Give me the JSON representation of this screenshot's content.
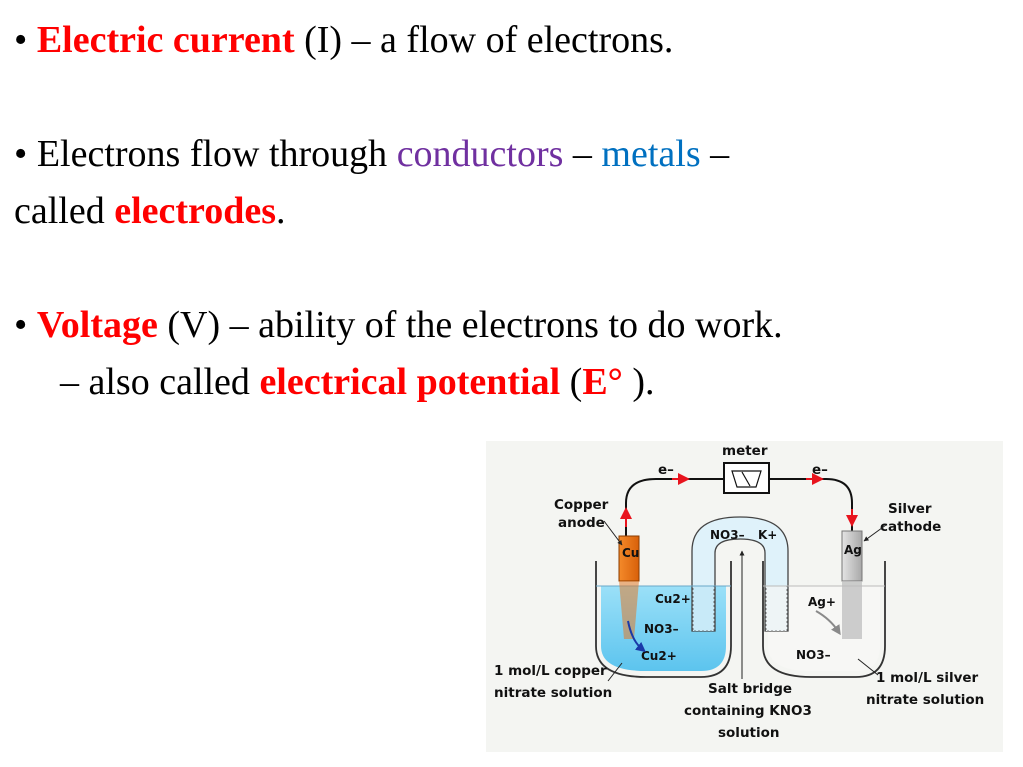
{
  "text": {
    "bullet": "•",
    "line1": {
      "term": "Electric current",
      "rest": " (I) – a flow of electrons."
    },
    "line2": {
      "pre": "Electrons flow through ",
      "conductors": "conductors",
      "dash1": " – ",
      "metals": "metals",
      "dash2": " –"
    },
    "line3": {
      "pre": "called ",
      "term": "electrodes",
      "post": "."
    },
    "line4": {
      "term": "Voltage",
      "rest": " (V) – ability of the electrons to do work."
    },
    "line5": {
      "pre": "– also called ",
      "term": "electrical potential",
      "open": " (",
      "symbol": "E°",
      "close": "   )."
    }
  },
  "colors": {
    "key_term": "#ff0000",
    "conductors": "#7030a0",
    "metals": "#0070c0",
    "copper_electrode": "#f07818",
    "silver_electrode": "#c8c8c8",
    "copper_solution": "#7fd4f5",
    "wire_arrow": "#e8141e"
  },
  "diagram": {
    "meter_label": "meter",
    "electron_left": "e–",
    "electron_right": "e–",
    "anode_label_1": "Copper",
    "anode_label_2": "anode",
    "cathode_label_1": "Silver",
    "cathode_label_2": "cathode",
    "cu_electrode": "Cu",
    "ag_electrode": "Ag",
    "bridge_no3": "NO3–",
    "bridge_k": "K+",
    "cu_ion_1": "Cu2+",
    "no3_left": "NO3–",
    "cu_ion_2": "Cu2+",
    "ag_ion": "Ag+",
    "no3_right": "NO3–",
    "left_solution_1": "1 mol/L copper",
    "left_solution_2": "nitrate solution",
    "bridge_caption_1": "Salt bridge",
    "bridge_caption_2": "containing KNO3",
    "bridge_caption_3": "solution",
    "right_solution_1": "1 mol/L silver",
    "right_solution_2": "nitrate solution"
  }
}
